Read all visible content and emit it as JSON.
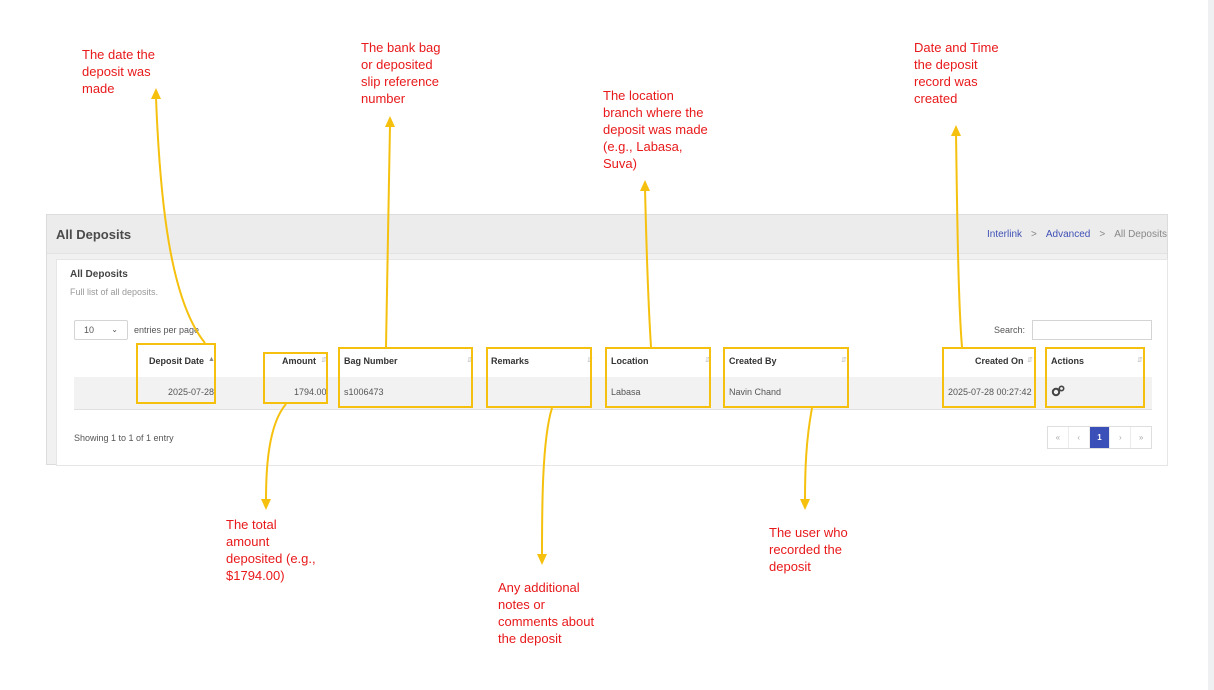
{
  "app": {
    "title": "All Deposits",
    "breadcrumb": [
      "Interlink",
      "Advanced",
      "All Deposits"
    ],
    "card_title": "All Deposits",
    "card_subtitle": "Full list of all deposits.",
    "page_length": "10",
    "entries_label": "entries per page",
    "search_label": "Search:",
    "search_value": "",
    "columns": [
      "Deposit Date",
      "Amount",
      "Bag Number",
      "Remarks",
      "Location",
      "Created By",
      "Created On",
      "Actions"
    ],
    "rows": [
      {
        "deposit_date": "2025-07-28",
        "amount": "1794.00",
        "bag_number": "s1006473",
        "remarks": "",
        "location": "Labasa",
        "created_by": "Navin Chand",
        "created_on": "2025-07-28 00:27:42",
        "actions_icon": "gears-icon"
      }
    ],
    "info": "Showing 1 to 1 of 1 entry",
    "pagination": [
      "«",
      "‹",
      "1",
      "›",
      "»"
    ],
    "accent_color": "#3a4fb8"
  },
  "annotations": {
    "deposit_date": "The date the\ndeposit was\nmade",
    "bag_number": "The bank bag\nor deposited\nslip reference\nnumber",
    "location": "The location\nbranch where the\ndeposit was made\n(e.g., Labasa,\nSuva)",
    "created_on": "Date and Time\nthe deposit\nrecord was\ncreated",
    "amount": "The total\namount\ndeposited (e.g.,\n$1794.00)",
    "remarks": "Any additional\nnotes or\ncomments about\nthe deposit",
    "created_by": "The user who\nrecorded the\ndeposit",
    "text_color": "#e8191b",
    "highlight_color": "#f5c10e"
  }
}
